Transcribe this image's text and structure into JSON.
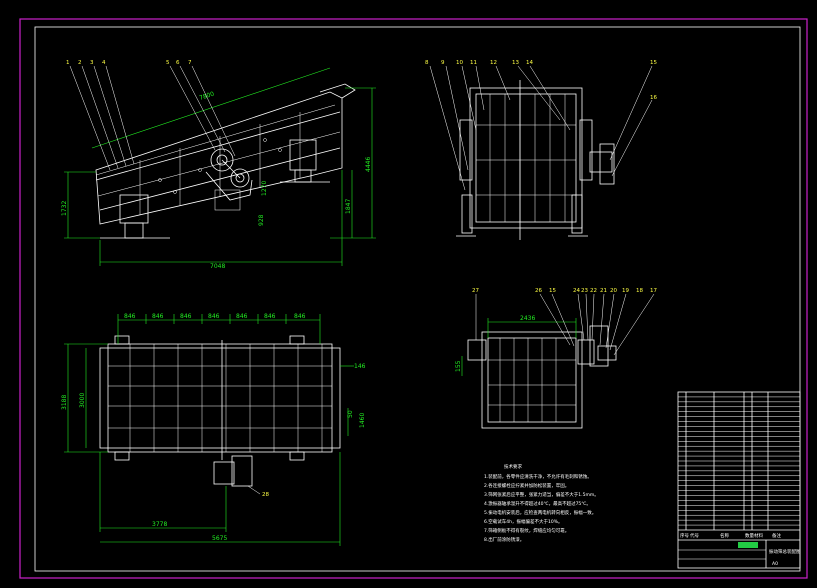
{
  "colors": {
    "background": "#000000",
    "border": "#cc22cc",
    "geometry": "#ffffff",
    "dimension": "#22ee22",
    "balloon": "#ffff44",
    "accent": "#22cc44"
  },
  "side_view": {
    "balloons": [
      "1",
      "2",
      "3",
      "4",
      "5",
      "6",
      "7"
    ],
    "dims": {
      "length": "7048",
      "deck_length": "7800",
      "height_left": "1732",
      "height_right": "1847",
      "overall_height": "4446",
      "spring": "928",
      "incline": "1270"
    }
  },
  "end_view": {
    "balloons": [
      "8",
      "9",
      "10",
      "11",
      "12",
      "13",
      "14",
      "15",
      "16"
    ]
  },
  "section_view": {
    "balloons": [
      "17",
      "18",
      "19",
      "20",
      "21",
      "22",
      "23",
      "24",
      "15",
      "26",
      "27"
    ],
    "dims": {
      "width": "2436",
      "side": "155"
    }
  },
  "plan_view": {
    "spacing": [
      "846",
      "846",
      "846",
      "846",
      "846",
      "846",
      "846"
    ],
    "dims": {
      "width_outer": "3188",
      "width_inner": "3000",
      "right_top": "146",
      "right_a": "50",
      "right_b": "1460",
      "drive": "3778",
      "overall": "5675"
    },
    "balloon": "28"
  },
  "notes": {
    "heading": "技术要求",
    "items": [
      "1.装配前，各零件应清洗干净，不允许有毛刺和锈蚀。",
      "2.各连接螺栓应拧紧并加防松装置，牢固。",
      "3.筛网张紧后应平整，张紧力适当，偏差不大于1.5mm。",
      "4.激振器轴承温升不得超过40℃，最高不超过75℃。",
      "5.振动电机安装后，应检查两电机转向相反，振幅一致。",
      "6.空载试车4h，振幅偏差不大于10%。",
      "7.筛箱侧板不得有裂纹，焊缝应均匀可靠。",
      "8.出厂前涂防锈漆。"
    ]
  },
  "title_block": {
    "parts_count": 28,
    "name": "振动筛总装配图",
    "sheet": "A0",
    "header": [
      "序号",
      "代号",
      "名称",
      "数量",
      "材料",
      "备注"
    ]
  }
}
